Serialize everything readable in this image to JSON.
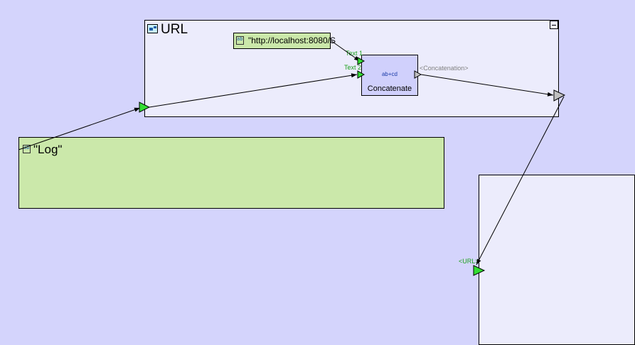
{
  "subgraph": {
    "title": "URL",
    "icon": "subgraph-icon",
    "minimize_icon": "minimize-icon"
  },
  "nodes": {
    "string_constant": {
      "value": "\"http://localhost:8080/S",
      "icon": "string-icon",
      "icon_glyph": "ab"
    },
    "concatenate": {
      "label": "Concatenate",
      "symbol": "ab+cd"
    },
    "log_constant": {
      "value": "\"Log\"",
      "icon": "string-icon",
      "icon_glyph": "ab"
    }
  },
  "ports": {
    "text1": "Text 1",
    "text2": "Text 2",
    "concat_out": "<Concatenation>",
    "url_in": "<URL>"
  },
  "colors": {
    "canvas": "#d4d4fc",
    "group_bg": "#ececfc",
    "constant_bg": "#cbe8aa",
    "input_port": "#33dd33",
    "output_port": "#c0c0c0",
    "port_label": "#1ca01c"
  }
}
